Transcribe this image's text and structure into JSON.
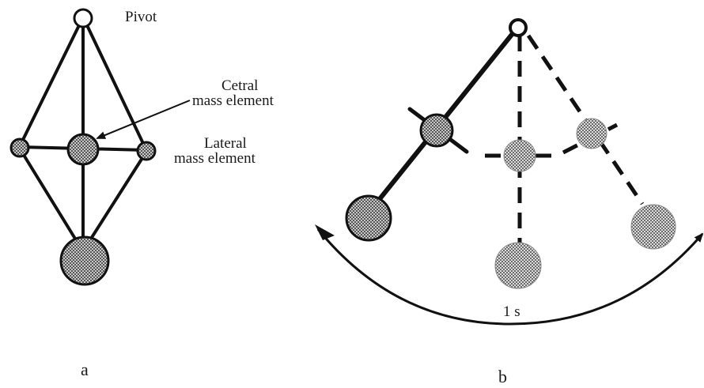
{
  "panel_a": {
    "pivot_label": "Pivot",
    "central_label_line1": "Cetral",
    "central_label_line2": "mass element",
    "lateral_label_line1": "Lateral",
    "lateral_label_line2": "mass element",
    "caption": "a"
  },
  "panel_b": {
    "period_label": "1 s",
    "caption": "b"
  }
}
